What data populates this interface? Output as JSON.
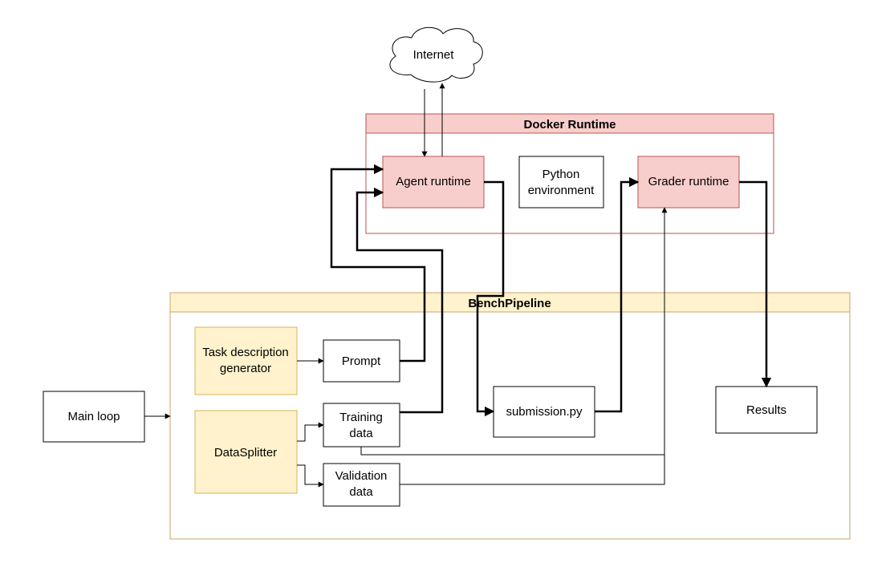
{
  "containers": {
    "docker": {
      "title": "Docker Runtime",
      "fill": "#f8cecc",
      "stroke": "#b85450"
    },
    "pipeline": {
      "title": "BenchPipeline",
      "fill": "#fff2cc",
      "stroke": "#c9a56e"
    }
  },
  "nodes": {
    "internet": "Internet",
    "agent_runtime": "Agent runtime",
    "python_env": [
      "Python",
      "environment"
    ],
    "grader_runtime": "Grader runtime",
    "task_desc": [
      "Task description",
      "generator"
    ],
    "prompt": "Prompt",
    "datasplitter": "DataSplitter",
    "training_data": [
      "Training",
      "data"
    ],
    "validation_data": [
      "Validation",
      "data"
    ],
    "submission": "submission.py",
    "results": "Results",
    "main_loop": "Main loop"
  },
  "colors": {
    "runtime_fill": "#f8cecc",
    "runtime_stroke": "#b85450",
    "generator_fill": "#fff2cc",
    "generator_stroke": "#d6b656"
  }
}
